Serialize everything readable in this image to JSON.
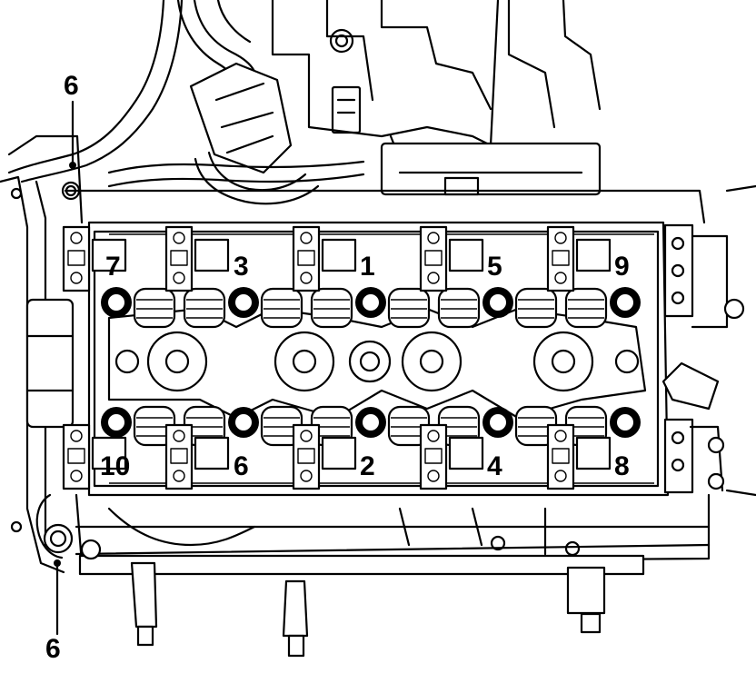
{
  "diagram": {
    "bolt_sequence": [
      "1",
      "2",
      "3",
      "4",
      "5",
      "6",
      "7",
      "8",
      "9",
      "10"
    ],
    "callouts": [
      "6",
      "6"
    ]
  }
}
